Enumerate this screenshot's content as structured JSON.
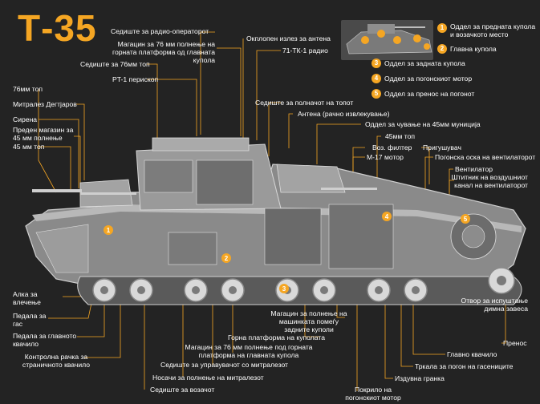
{
  "title": "Т-35",
  "accent": "#f5a623",
  "legend": [
    {
      "n": "1",
      "text": "Оддел за предната купола и возачкото место"
    },
    {
      "n": "2",
      "text": "Главна купола"
    },
    {
      "n": "3",
      "text": "Оддел за задната купола"
    },
    {
      "n": "4",
      "text": "Оддел за погонскиот мотор"
    },
    {
      "n": "5",
      "text": "Оддел за пренос на погонот"
    }
  ],
  "labels": {
    "seat_radio": "Седиште за радио-операторот",
    "mag76_turret": "Магацин за 76 мм полнење на горната платформа од главната купола",
    "seat76": "Седиште за 76мм топ",
    "pt1": "PT-1 перископ",
    "gun76": "76мм топ",
    "mg_dp": "Митралез Дегтјаров",
    "siren": "Сирена",
    "front_mag45": "Преден магазин за 45 мм полнење",
    "gun45": "45 мм топ",
    "antenna_exit": "Окплопен излез за антена",
    "radio71": "71-ТК-1 радио",
    "loader_seat": "Седиште за полначот на топот",
    "antenna_manual": "Антена (рачно извлекување)",
    "ammo45_comp": "Оддел за чување на 45мм муниција",
    "gun45b": "45мм топ",
    "air_filter": "Воз. филтер",
    "muffler": "Пригушувач",
    "m17": "М-17 мотор",
    "fan_shaft": "Погонска оска на вентилаторот",
    "fan": "Вентилатор",
    "air_shield": "Штитник на воздушниот канал на вентилаторот",
    "smoke": "Отвор за испуштање димна завеса",
    "transmission": "Пренос",
    "main_clutch": "Главно квачило",
    "track_drive": "Тркала за погон на гасениците",
    "exhaust": "Издувна гранка",
    "engine_cover": "Покрило на погонскиот мотор",
    "rear_mag": "Магацин за полнење на машинката помеѓу задните куполи",
    "turret_platform": "Горна платформа на куполата",
    "mag76_platform": "Магацин за 76 мм полнење под горната платформа на главната купола",
    "seat_mg": "Седиште за управувачот со митралезот",
    "mg_ammo": "Носачи за полнење на митралезот",
    "driver_seat": "Седиште за возачот",
    "throttle_ring": "Алка за влечење",
    "gas_pedal": "Педала за гас",
    "clutch_pedal": "Педала за главното квачило",
    "side_clutch": "Контролна рачка за страничното квачило"
  }
}
